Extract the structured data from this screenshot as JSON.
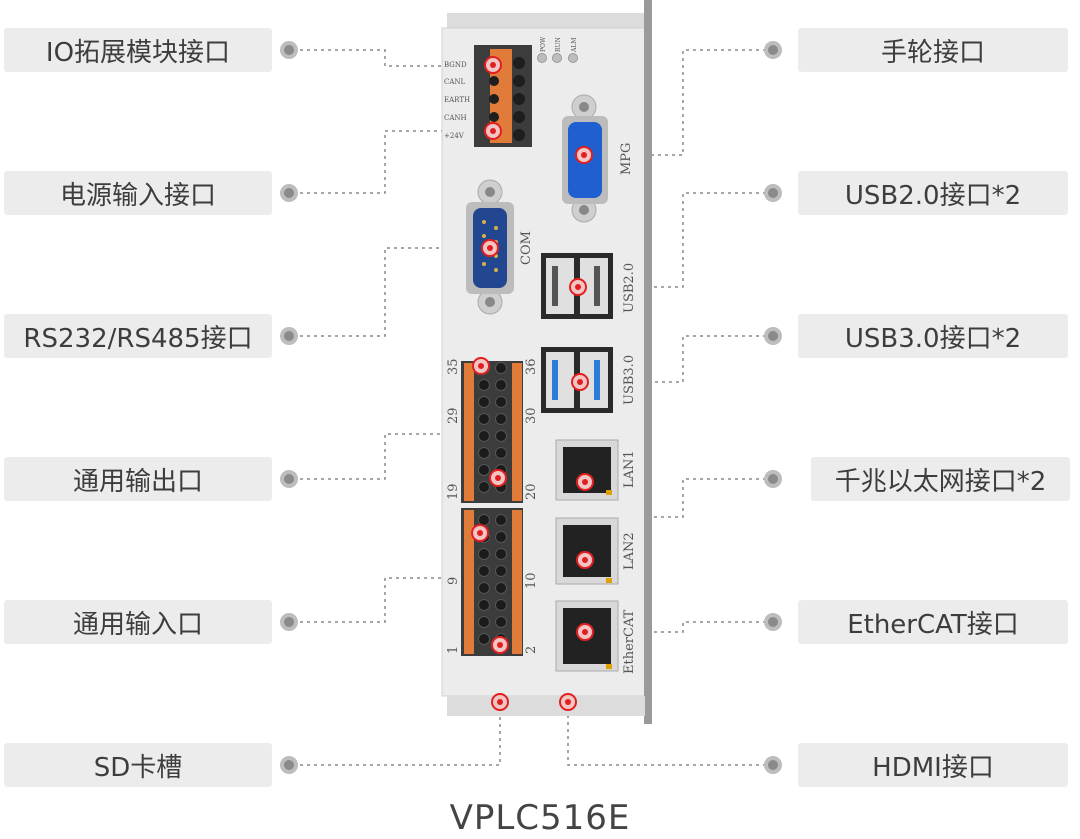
{
  "labels_left": [
    {
      "id": "io-expansion",
      "text": "IO拓展模块接口"
    },
    {
      "id": "power-input",
      "text": "电源输入接口"
    },
    {
      "id": "serial",
      "text": "RS232/RS485接口"
    },
    {
      "id": "general-output",
      "text": "通用输出口"
    },
    {
      "id": "general-input",
      "text": "通用输入口"
    },
    {
      "id": "sd-slot",
      "text": "SD卡槽"
    }
  ],
  "labels_right": [
    {
      "id": "handwheel",
      "text": "手轮接口"
    },
    {
      "id": "usb2",
      "text": "USB2.0接口*2"
    },
    {
      "id": "usb3",
      "text": "USB3.0接口*2"
    },
    {
      "id": "gigabit-ethernet",
      "text": "千兆以太网接口*2"
    },
    {
      "id": "ethercat",
      "text": "EtherCAT接口"
    },
    {
      "id": "hdmi",
      "text": "HDMI接口"
    }
  ],
  "panel": {
    "power_pins": [
      "BGND",
      "CANL",
      "EARTH",
      "CANH",
      "+24V"
    ],
    "leds": [
      "POW",
      "RUN",
      "ALM"
    ],
    "port_labels": {
      "mpg": "MPG",
      "com": "COM",
      "usb2": "USB2.0",
      "usb3": "USB3.0",
      "lan1": "LAN1",
      "lan2": "LAN2",
      "ethercat": "EtherCAT"
    },
    "terminal_numbers_upper": [
      "35",
      "29",
      "19",
      "36",
      "30",
      "20"
    ],
    "terminal_numbers_lower": [
      "9",
      "1",
      "10",
      "2"
    ]
  },
  "caption": "VPLC516E"
}
